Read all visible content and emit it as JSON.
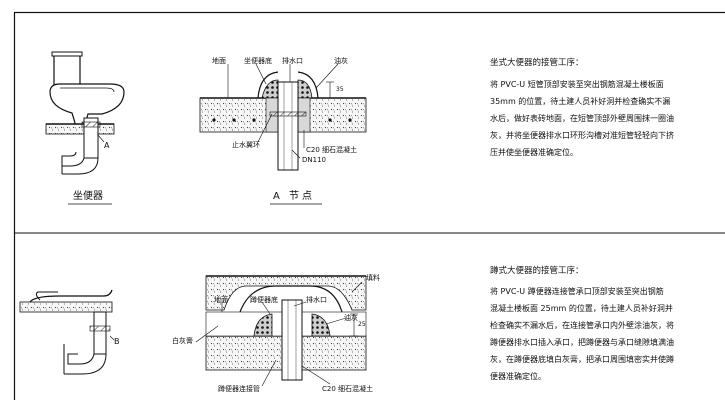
{
  "upper": {
    "fig_left_caption": "坐便器",
    "fig_left_marker": "A",
    "fig_right_caption": "A 节点",
    "labels": {
      "floor": "地面",
      "toilet_base": "坐便器底",
      "drain": "排水口",
      "putty": "油灰",
      "water_ring": "止水翼环",
      "concrete": "C20 细石混凝土",
      "pipe": "DN110",
      "dim": "35"
    },
    "text_title": "坐式大便器的接管工序：",
    "text_lines": [
      "将  PVC-U 短管顶部安装至突出钢筋混凝土楼板面",
      "35mm 的位置，待土建人员补好洞并检查确实不漏",
      "水后，做好表砖地面，在短管顶部外壁周围抹一圈油",
      "灰，并将坐便器排水口环形沟槽对准短管轻轻向下挤",
      "压并使坐便器准确定位。"
    ]
  },
  "lower": {
    "fig_left_marker": "B",
    "labels": {
      "fill": "填料",
      "floor": "地面",
      "squat_base": "蹲便器底",
      "drain": "排水口",
      "putty": "油灰",
      "dim": "25",
      "white_ash": "白灰膏",
      "socket_pipe": "蹲便器连接管",
      "concrete": "C20 细石混凝土"
    },
    "text_title": "蹲式大便器的接管工序：",
    "text_lines": [
      "将  PVC-U 蹲便器连接管承口顶部安装至突出钢筋",
      "混凝土楼板面 25mm 的位置，待土建人员补好洞并",
      "检查确实不漏水后，在连接管承口内外壁涂油灰，将",
      "蹲便器排水口插入承口，把蹲便器与承口缝隙填满油",
      "灰，在蹲便器底填白灰膏，把承口周围填密实并使蹲",
      "便器准确定位。"
    ]
  }
}
